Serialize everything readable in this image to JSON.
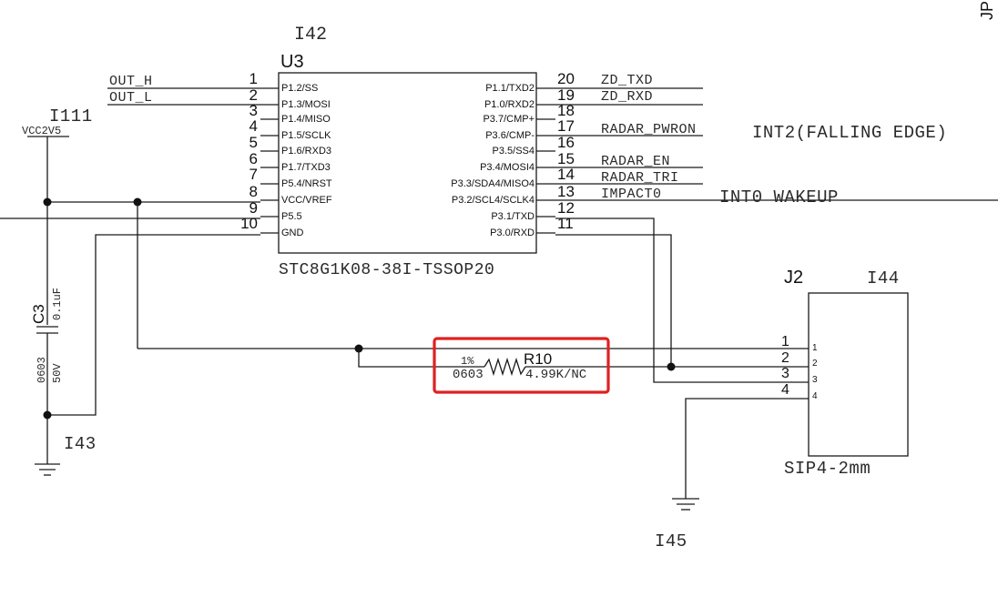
{
  "corner_label": "JP",
  "u3": {
    "instance": "I42",
    "ref": "U3",
    "part": "STC8G1K08-38I-TSSOP20",
    "left_pins": [
      {
        "num": "1",
        "name": "P1.2/SS"
      },
      {
        "num": "2",
        "name": "P1.3/MOSI"
      },
      {
        "num": "3",
        "name": "P1.4/MISO"
      },
      {
        "num": "4",
        "name": "P1.5/SCLK"
      },
      {
        "num": "5",
        "name": "P1.6/RXD3"
      },
      {
        "num": "6",
        "name": "P1.7/TXD3"
      },
      {
        "num": "7",
        "name": "P5.4/NRST"
      },
      {
        "num": "8",
        "name": "VCC/VREF"
      },
      {
        "num": "9",
        "name": "P5.5"
      },
      {
        "num": "10",
        "name": "GND"
      }
    ],
    "right_pins": [
      {
        "num": "20",
        "name": "P1.1/TXD2"
      },
      {
        "num": "19",
        "name": "P1.0/RXD2"
      },
      {
        "num": "18",
        "name": "P3.7/CMP+"
      },
      {
        "num": "17",
        "name": "P3.6/CMP-"
      },
      {
        "num": "16",
        "name": "P3.5/SS4"
      },
      {
        "num": "15",
        "name": "P3.4/MOSI4"
      },
      {
        "num": "14",
        "name": "P3.3/SDA4/MISO4"
      },
      {
        "num": "13",
        "name": "P3.2/SCL4/SCLK4"
      },
      {
        "num": "12",
        "name": "P3.1/TXD"
      },
      {
        "num": "11",
        "name": "P3.0/RXD"
      }
    ]
  },
  "nets": {
    "out_h": "OUT_H",
    "out_l": "OUT_L",
    "vcc_instance": "I111",
    "vcc": "VCC2V5",
    "zd_txd": "ZD_TXD",
    "zd_rxd": "ZD_RXD",
    "radar_pwron": "RADAR_PWRON",
    "radar_en": "RADAR_EN",
    "radar_tri": "RADAR_TRI",
    "impact0": "IMPACT0",
    "int2_note": "INT2(FALLING EDGE)",
    "int0_note": "INT0 WAKEUP",
    "gnd_left_instance": "I43",
    "gnd_right_instance": "I45"
  },
  "c3": {
    "ref": "C3",
    "value": "0.1uF",
    "package": "0603",
    "voltage": "50V"
  },
  "r10": {
    "ref": "R10",
    "tolerance": "1%",
    "package": "0603",
    "value": "4.99K/NC",
    "highlight_color": "#e02020"
  },
  "j2": {
    "ref": "J2",
    "instance": "I44",
    "part": "SIP4-2mm",
    "pins": [
      "1",
      "2",
      "3",
      "4"
    ]
  }
}
